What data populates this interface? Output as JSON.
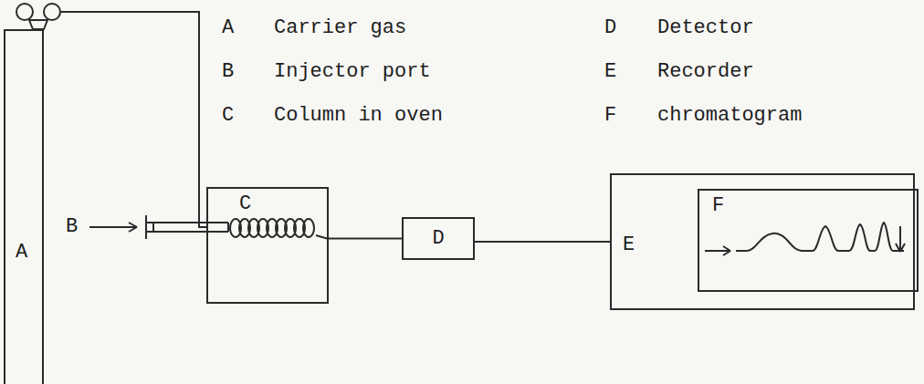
{
  "diagram": {
    "nodes": [
      {
        "text": [
          "A"
        ]
      },
      {
        "text": [
          "C"
        ]
      },
      {
        "text": [
          "D"
        ]
      },
      {
        "text": [
          "E"
        ]
      },
      {
        "text": [
          "F"
        ],
        "in": 3
      }
    ],
    "edges": [
      {
        "from": 0,
        "to": 1,
        "arrow": "none"
      },
      {
        "from": 1,
        "to": 2,
        "arrow": "none"
      },
      {
        "from": 2,
        "to": 3,
        "arrow": "none"
      }
    ],
    "labels": [
      "A",
      "Carrier gas",
      "B",
      "Injector port",
      "C",
      "Column in oven",
      "D",
      "Detector",
      "E",
      "Recorder",
      "F",
      "chromatogram",
      "B"
    ]
  }
}
